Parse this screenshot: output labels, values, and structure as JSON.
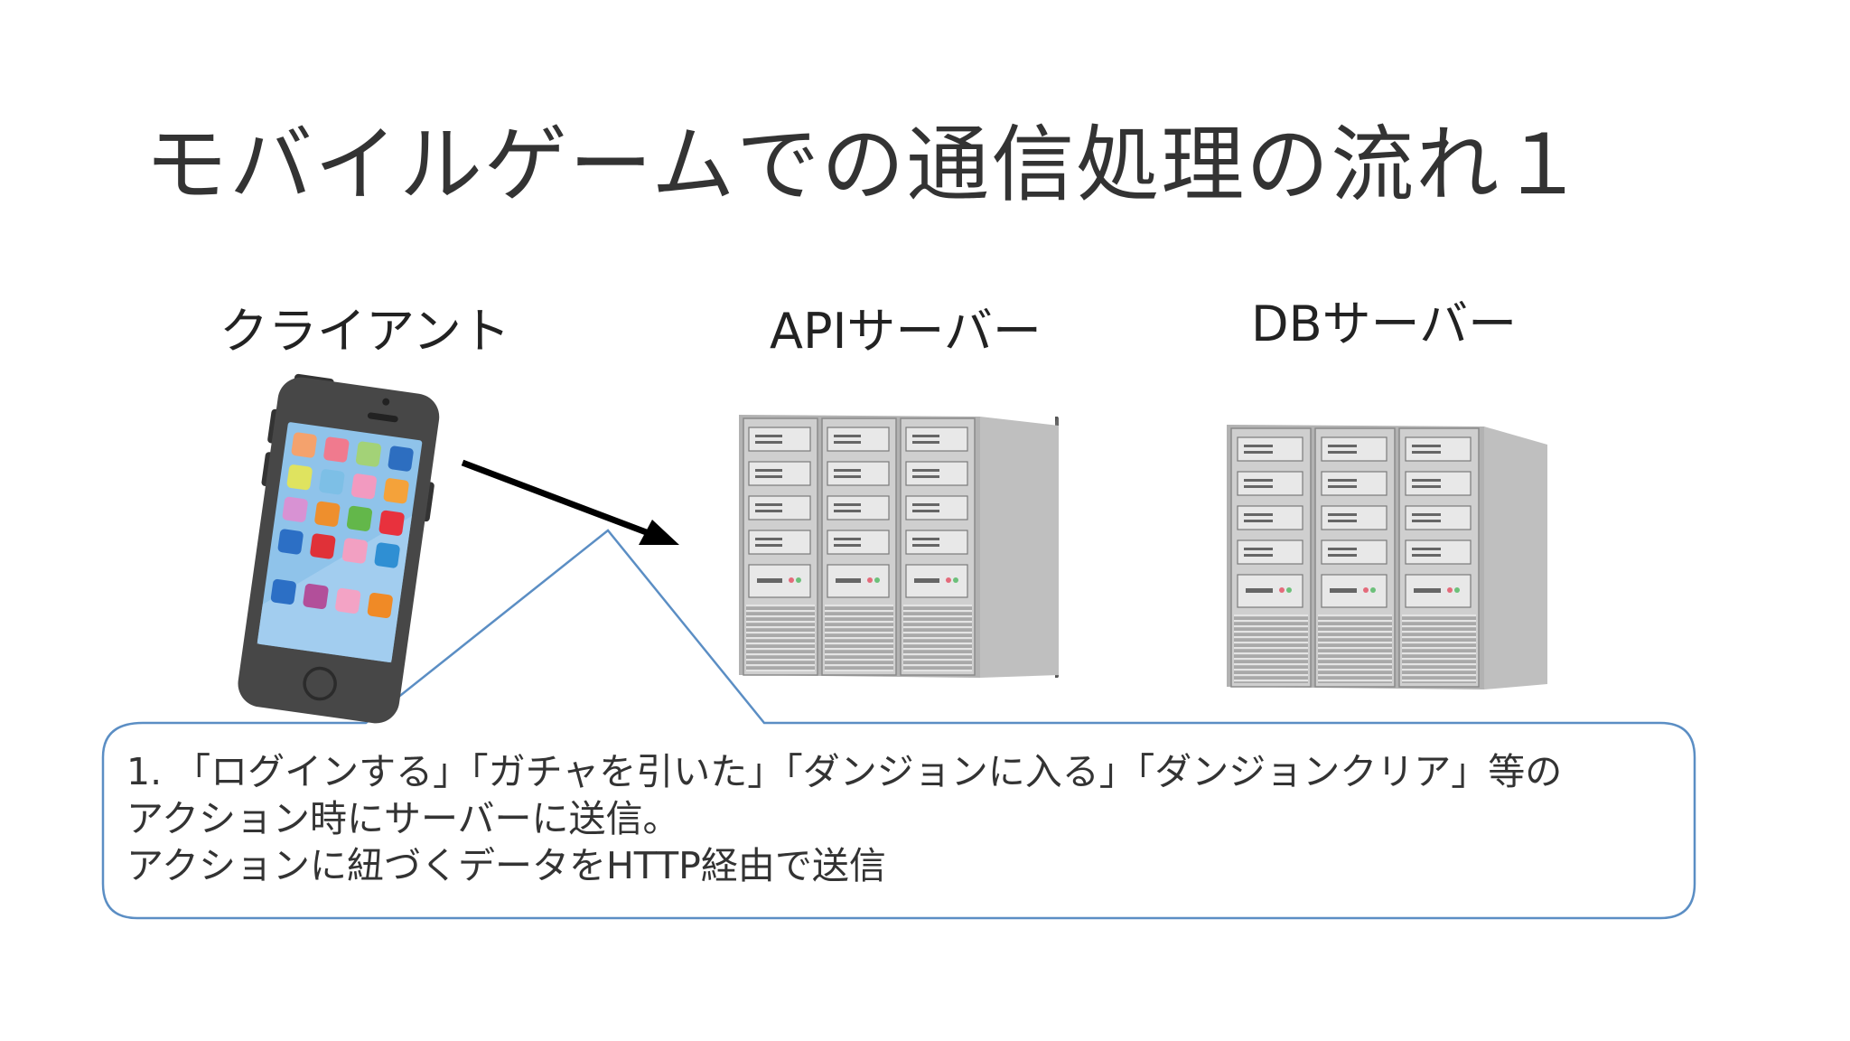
{
  "slide": {
    "title": "モバイルゲームでの通信処理の流れ１"
  },
  "labels": {
    "client": "クライアント",
    "api_server": "APIサーバー",
    "db_server": "DBサーバー"
  },
  "callout": {
    "lines": [
      "1. 「ログインする」「ガチャを引いた」「ダンジョンに入る」「ダンジョンクリア」等の",
      "アクション時にサーバーに送信。",
      "アクションに紐づくデータをHTTP経由で送信"
    ]
  },
  "icons": {
    "client": "smartphone-icon",
    "api_server": "server-rack-icon",
    "db_server": "server-rack-icon",
    "arrow": "arrow-right-icon"
  },
  "colors": {
    "callout_border": "#5b8ec4",
    "server_body": "#b9b9b9",
    "phone_body": "#4a4a4a",
    "arrow": "#000000"
  }
}
